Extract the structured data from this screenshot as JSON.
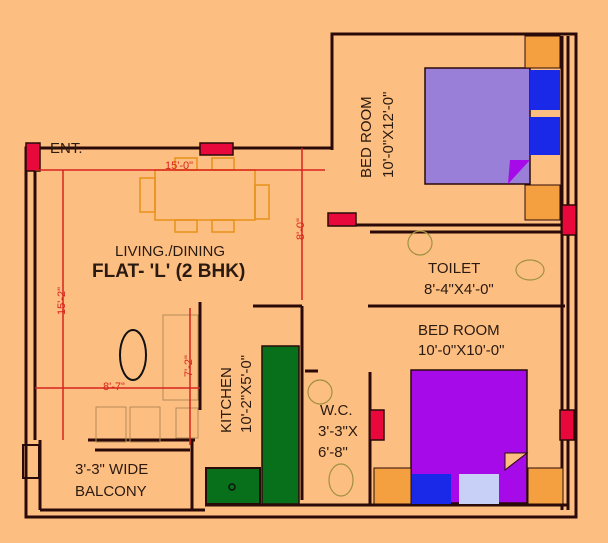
{
  "plan": {
    "title": "FLAT- 'L' (2 BHK)",
    "entrance_label": "ENT.",
    "colors": {
      "background": "#fdbe82",
      "wall": "#2a0a08",
      "dimension": "#d8231c",
      "window": "#e8083c",
      "bed1": "#9a7fd8",
      "bed2": "#a60ae8",
      "pillow": "#1a28e8",
      "side_table": "#f5a040",
      "kitchen_counter": "#08701a",
      "furniture_outline": "#e8901a"
    }
  },
  "rooms": {
    "living": {
      "name": "LIVING./DINING"
    },
    "bedroom1": {
      "name": "BED ROOM",
      "size": "10'-0\"X12'-0\""
    },
    "toilet": {
      "name": "TOILET",
      "size": "8'-4\"X4'-0\""
    },
    "bedroom2": {
      "name": "BED ROOM",
      "size": "10'-0\"X10'-0\""
    },
    "kitchen": {
      "name": "KITCHEN",
      "size": "10'-2\"X5'-0\""
    },
    "wc": {
      "name": "W.C.",
      "size_line1": "3'-3\"X",
      "size_line2": "6'-8\""
    },
    "balcony": {
      "line1": "3'-3\" WIDE",
      "line2": "BALCONY"
    }
  },
  "dimensions": {
    "living_width": "15'-0\"",
    "living_height": "15'-2\"",
    "dining_depth": "8'-0\"",
    "sitting_width": "8'-7\"",
    "sitting_depth": "7'-2\""
  }
}
